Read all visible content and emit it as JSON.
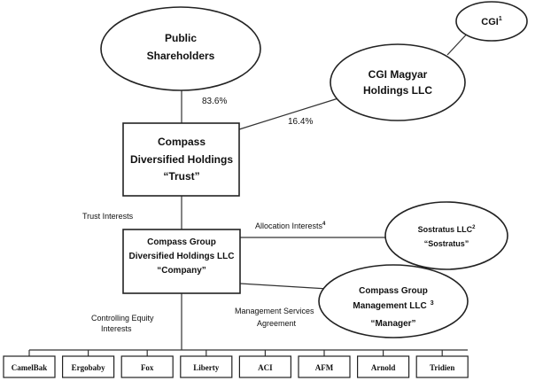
{
  "public_shareholders": {
    "line1": "Public",
    "line2": "Shareholders"
  },
  "cgi": {
    "name": "CGI",
    "sup": "1"
  },
  "cgi_magyar": {
    "line1": "CGI Magyar",
    "line2": "Holdings LLC"
  },
  "trust": {
    "line1": "Compass",
    "line2": "Diversified Holdings",
    "line3": "“Trust”"
  },
  "company": {
    "line1": "Compass Group",
    "line2": "Diversified Holdings LLC",
    "line3": "“Company”"
  },
  "sostratus": {
    "name": "Sostratus LLC",
    "sup": "2",
    "alias": "“Sostratus”"
  },
  "manager": {
    "line1": "Compass Group",
    "line2_main": "Management LLC",
    "line2_sup": "3",
    "alias": "“Manager”"
  },
  "edge_labels": {
    "public_pct": "83.6%",
    "magyar_pct": "16.4%",
    "trust_interests": "Trust Interests",
    "allocation_interests": "Allocation Interests",
    "allocation_sup": "4",
    "mgmt_services_line1": "Management Services",
    "mgmt_services_line2": "Agreement",
    "controlling_line1": "Controlling Equity",
    "controlling_line2": "Interests"
  },
  "subsidiaries": [
    "CamelBak",
    "Ergobaby",
    "Fox",
    "Liberty",
    "ACI",
    "AFM",
    "Arnold",
    "Tridien"
  ]
}
